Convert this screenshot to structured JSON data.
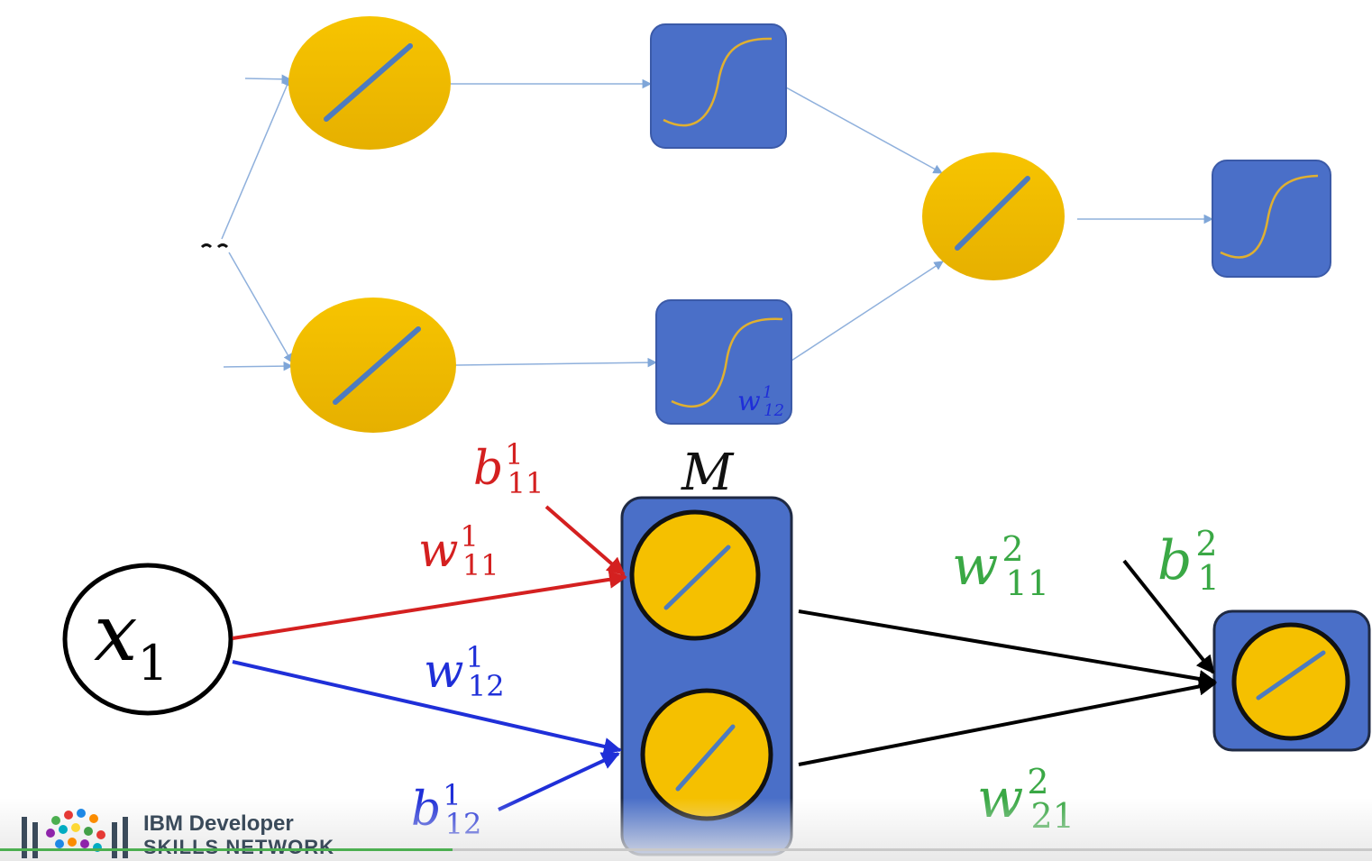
{
  "diagram": {
    "labels": {
      "box_weight": {
        "base": "w",
        "sup": "1",
        "sub": "12"
      },
      "M": "M",
      "x1": {
        "base": "x",
        "sub": "1"
      },
      "b11": {
        "base": "b",
        "sup": "1",
        "sub": "11"
      },
      "w11": {
        "base": "w",
        "sup": "1",
        "sub": "11"
      },
      "w12": {
        "base": "w",
        "sup": "1",
        "sub": "12"
      },
      "b12": {
        "base": "b",
        "sup": "1",
        "sub": "12"
      },
      "w211": {
        "base": "w",
        "sup": "2",
        "sub": "11"
      },
      "w221": {
        "base": "w",
        "sup": "2",
        "sub": "21"
      },
      "b21": {
        "base": "b",
        "sup": "2",
        "sub": "1"
      }
    },
    "colors": {
      "yellow": "#f5c000",
      "blue_box": "#4a6fc8",
      "thin_line": "#8fb0dc",
      "red": "#d42020",
      "blue": "#1f2fd8",
      "green": "#3aa845",
      "black": "#000000"
    }
  },
  "branding": {
    "line1": "IBM Developer",
    "line2": "SKILLS NETWORK",
    "icon": "ibm-developer-skills-network-logo"
  },
  "player": {
    "progress": 0.33
  }
}
